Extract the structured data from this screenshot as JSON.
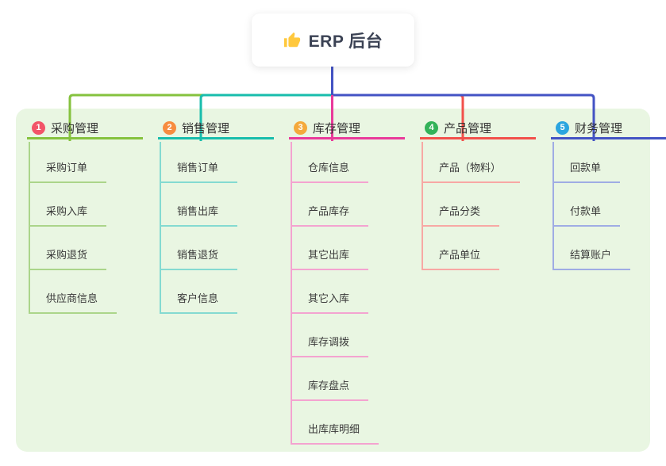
{
  "root": {
    "title": "ERP 后台",
    "icon": "thumbs-up-icon",
    "icon_color": "#FFC83D",
    "connector_color": "#4353C4"
  },
  "canvas": {
    "background": "#FFFFFF",
    "panel_background": "#E9F6E2",
    "text_color": "#3A3A3A"
  },
  "branches": [
    {
      "badge": "1",
      "badge_color": "#F25468",
      "title": "采购管理",
      "line_color": "#85C23E",
      "sub_line_color": "#ABD58A",
      "items": [
        "采购订单",
        "采购入库",
        "采购退货",
        "供应商信息"
      ]
    },
    {
      "badge": "2",
      "badge_color": "#F78C40",
      "title": "销售管理",
      "line_color": "#18BDAC",
      "sub_line_color": "#84DAD1",
      "items": [
        "销售订单",
        "销售出库",
        "销售退货",
        "客户信息"
      ]
    },
    {
      "badge": "3",
      "badge_color": "#F4A93C",
      "title": "库存管理",
      "line_color": "#E93A9A",
      "sub_line_color": "#F4A3D0",
      "items": [
        "仓库信息",
        "产品库存",
        "其它出库",
        "其它入库",
        "库存调拨",
        "库存盘点",
        "出库库明细"
      ]
    },
    {
      "badge": "4",
      "badge_color": "#33B259",
      "title": "产品管理",
      "line_color": "#F2504B",
      "sub_line_color": "#F8A8A4",
      "items": [
        "产品（物料）",
        "产品分类",
        "产品单位"
      ]
    },
    {
      "badge": "5",
      "badge_color": "#2BA5DF",
      "title": "财务管理",
      "line_color": "#4353C4",
      "sub_line_color": "#9FACE4",
      "items": [
        "回款单",
        "付款单",
        "结算账户"
      ]
    }
  ]
}
